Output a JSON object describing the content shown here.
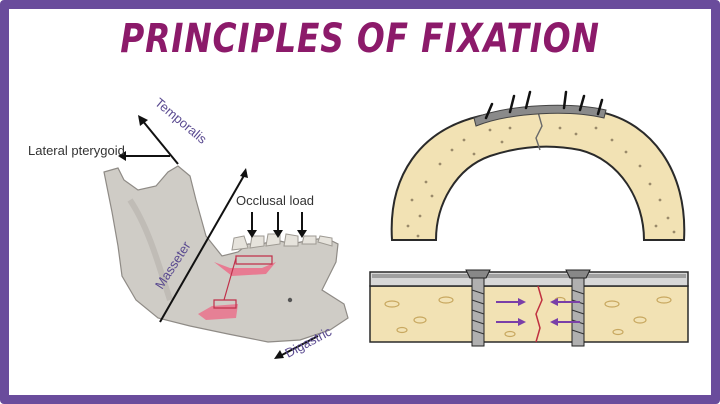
{
  "title": "PRINCIPLES OF FIXATION",
  "labels": {
    "lateral_pterygoid": "Lateral pterygoid",
    "temporalis": "Temporalis",
    "occlusal_load": "Occlusal load",
    "masseter": "Masseter",
    "digastric": "Digastric"
  },
  "colors": {
    "frame": "#6a4c9c",
    "title": "#8c1a6a",
    "label": "#5a4a90",
    "bone": "#f2e2b4",
    "plate": "#8a8a8a",
    "force_arrow": "#7a3fa8"
  }
}
